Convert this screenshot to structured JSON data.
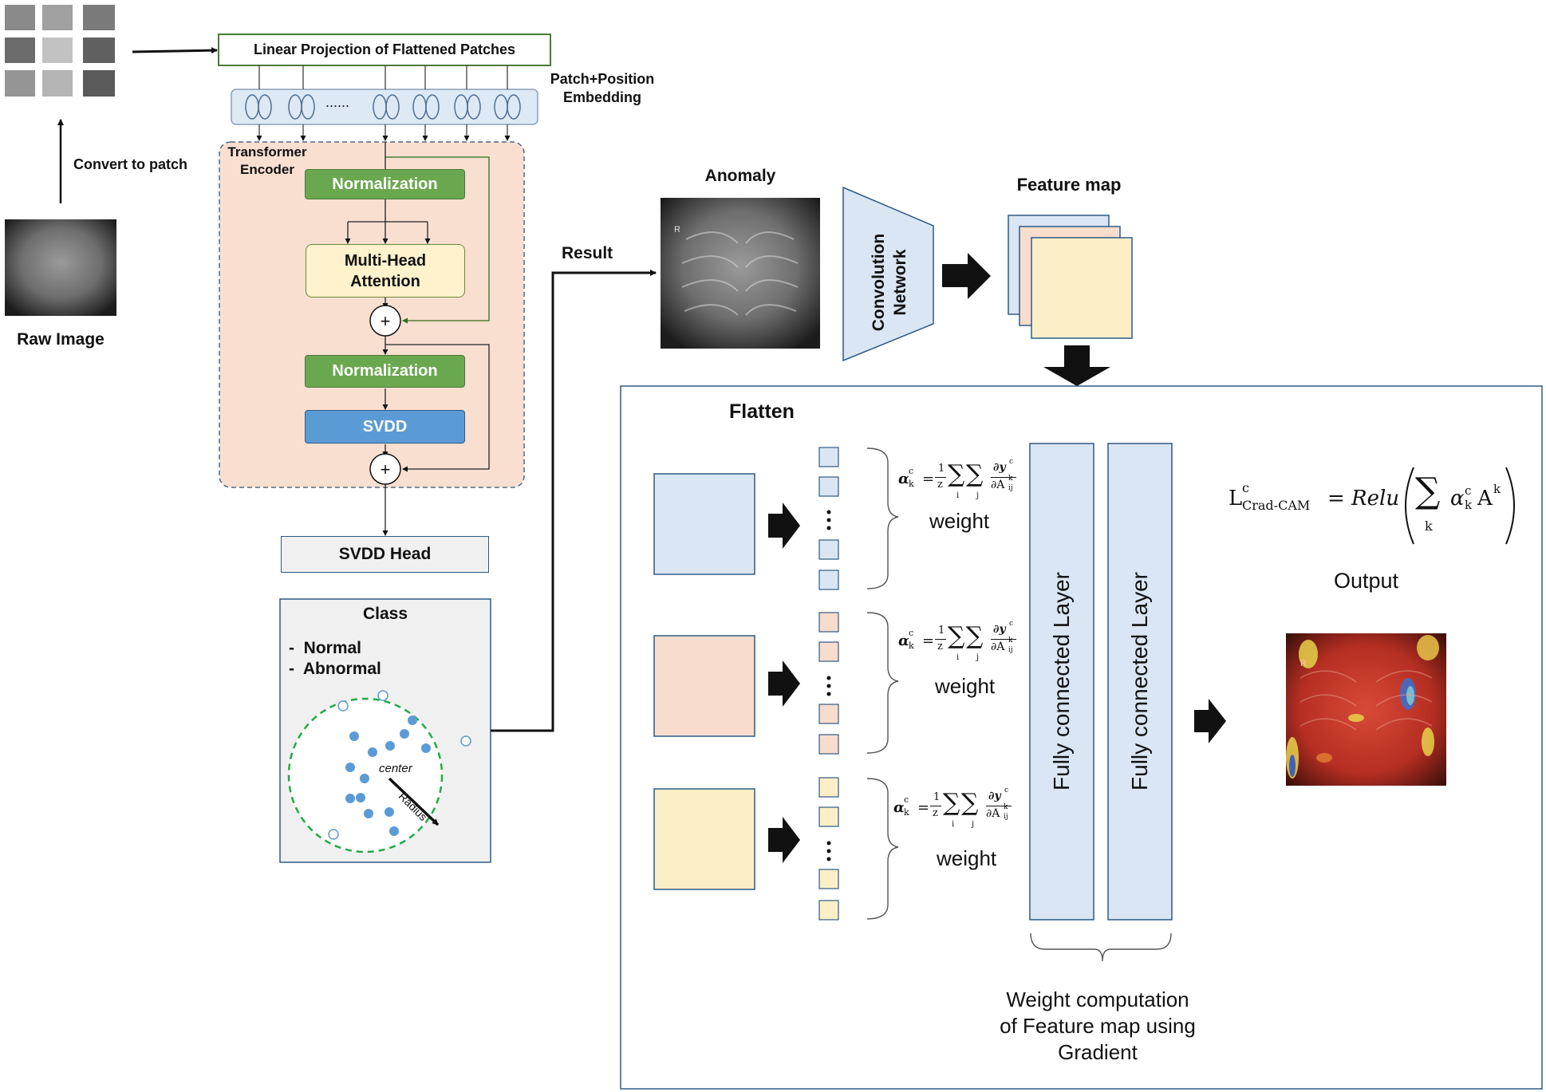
{
  "labels": {
    "linear_projection": "Linear Projection of Flattened Patches",
    "patch_embedding": "Patch+Position\nEmbedding",
    "embedding_dots": "......",
    "transformer_encoder": "Transformer\nEncoder",
    "normalization_1": "Normalization",
    "multi_head": "Multi-Head\nAttention",
    "normalization_2": "Normalization",
    "svdd": "SVDD",
    "svdd_head": "SVDD Head",
    "convert_to_patch": "Convert to patch",
    "raw_image": "Raw Image",
    "result": "Result",
    "anomaly": "Anomaly",
    "convolution_network": "Convolution\nNetwork",
    "feature_map": "Feature map",
    "flatten": "Flatten",
    "weight_1": "weight",
    "weight_2": "weight",
    "weight_3": "weight",
    "fc_layer_1": "Fully connected Layer",
    "fc_layer_2": "Fully connected Layer",
    "output": "Output",
    "weight_computation": "Weight computation\nof Feature map using\nGradient",
    "class_title": "Class",
    "class_normal": "-  Normal",
    "class_abnormal": "-  Abnormal",
    "center": "center",
    "radius": "Radius",
    "xray_marker": "R"
  },
  "formulas": {
    "alpha_symbol": "α",
    "alpha_sub": "k",
    "alpha_sup": "c",
    "equals": "=",
    "frac_num": "1",
    "frac_den": "z",
    "sum": "∑",
    "sum_i": "i",
    "sum_j": "j",
    "partial_num": "∂y",
    "partial_num_sup": "c",
    "partial_den": "∂A",
    "partial_den_sub": "ij",
    "partial_den_sup": "k",
    "gradcam_L": "L",
    "gradcam_sup": "c",
    "gradcam_sub": "Crad-CAM",
    "gradcam_rhs": "= Relu",
    "gradcam_sum_index": "k",
    "gradcam_alpha": "α",
    "gradcam_alpha_sub": "k",
    "gradcam_alpha_sup": "c",
    "gradcam_A": "A",
    "gradcam_A_sup": "k"
  },
  "colors": {
    "green": "#6aa84f",
    "yellow_fill": "#fff2cc",
    "blue_svdd": "#5b9bd5",
    "encoder_bg": "#f9dfd0",
    "embed_bg": "#dde9f5",
    "light_blue": "#dae6f4",
    "peach": "#f8dccc",
    "cream": "#fcefc7",
    "grey_box": "#f0f0f0",
    "dot_blue": "#5b9bd5",
    "dashed_green": "#22aa44"
  }
}
